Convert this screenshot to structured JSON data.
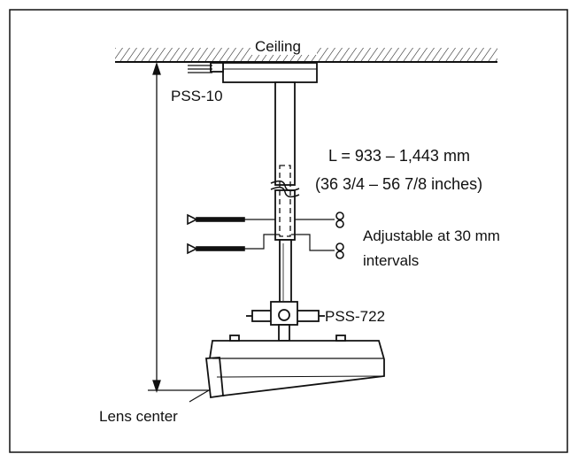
{
  "labels": {
    "ceiling": "Ceiling",
    "bracket": "PSS-10",
    "length": "L = 933 – 1,443 mm",
    "length_inches": "(36 3/4 – 56 7/8 inches)",
    "adjustable_line1": "Adjustable at 30 mm",
    "adjustable_line2": "intervals",
    "mount": "PSS-722",
    "lens_center": "Lens center"
  }
}
